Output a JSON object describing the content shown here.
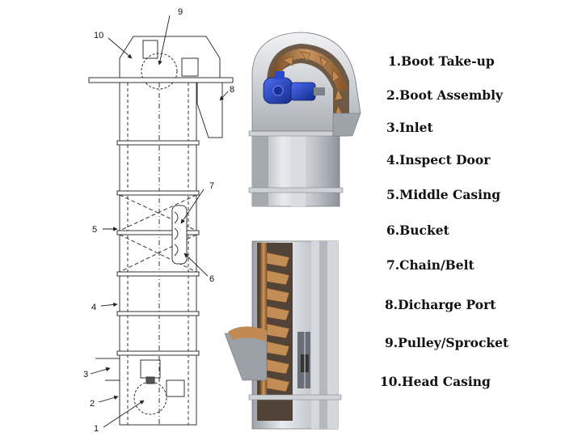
{
  "callouts": [
    "1",
    "2",
    "3",
    "4",
    "5",
    "6",
    "7",
    "8",
    "9",
    "10"
  ],
  "legend": [
    "1.Boot Take-up",
    "2.Boot Assembly",
    "3.Inlet",
    "4.Inspect Door",
    "5.Middle Casing",
    "6.Bucket",
    "7.Chain/Belt",
    "8.Dicharge Port",
    "9.Pulley/Sprocket",
    "10.Head Casing"
  ],
  "colors": {
    "line": "#333333",
    "steel_light": "#e4e6ea",
    "steel_mid": "#b9bdc4",
    "steel_dark": "#8a8f97",
    "motor_blue": "#1f3fbf",
    "belt_brown": "#b7844f"
  }
}
